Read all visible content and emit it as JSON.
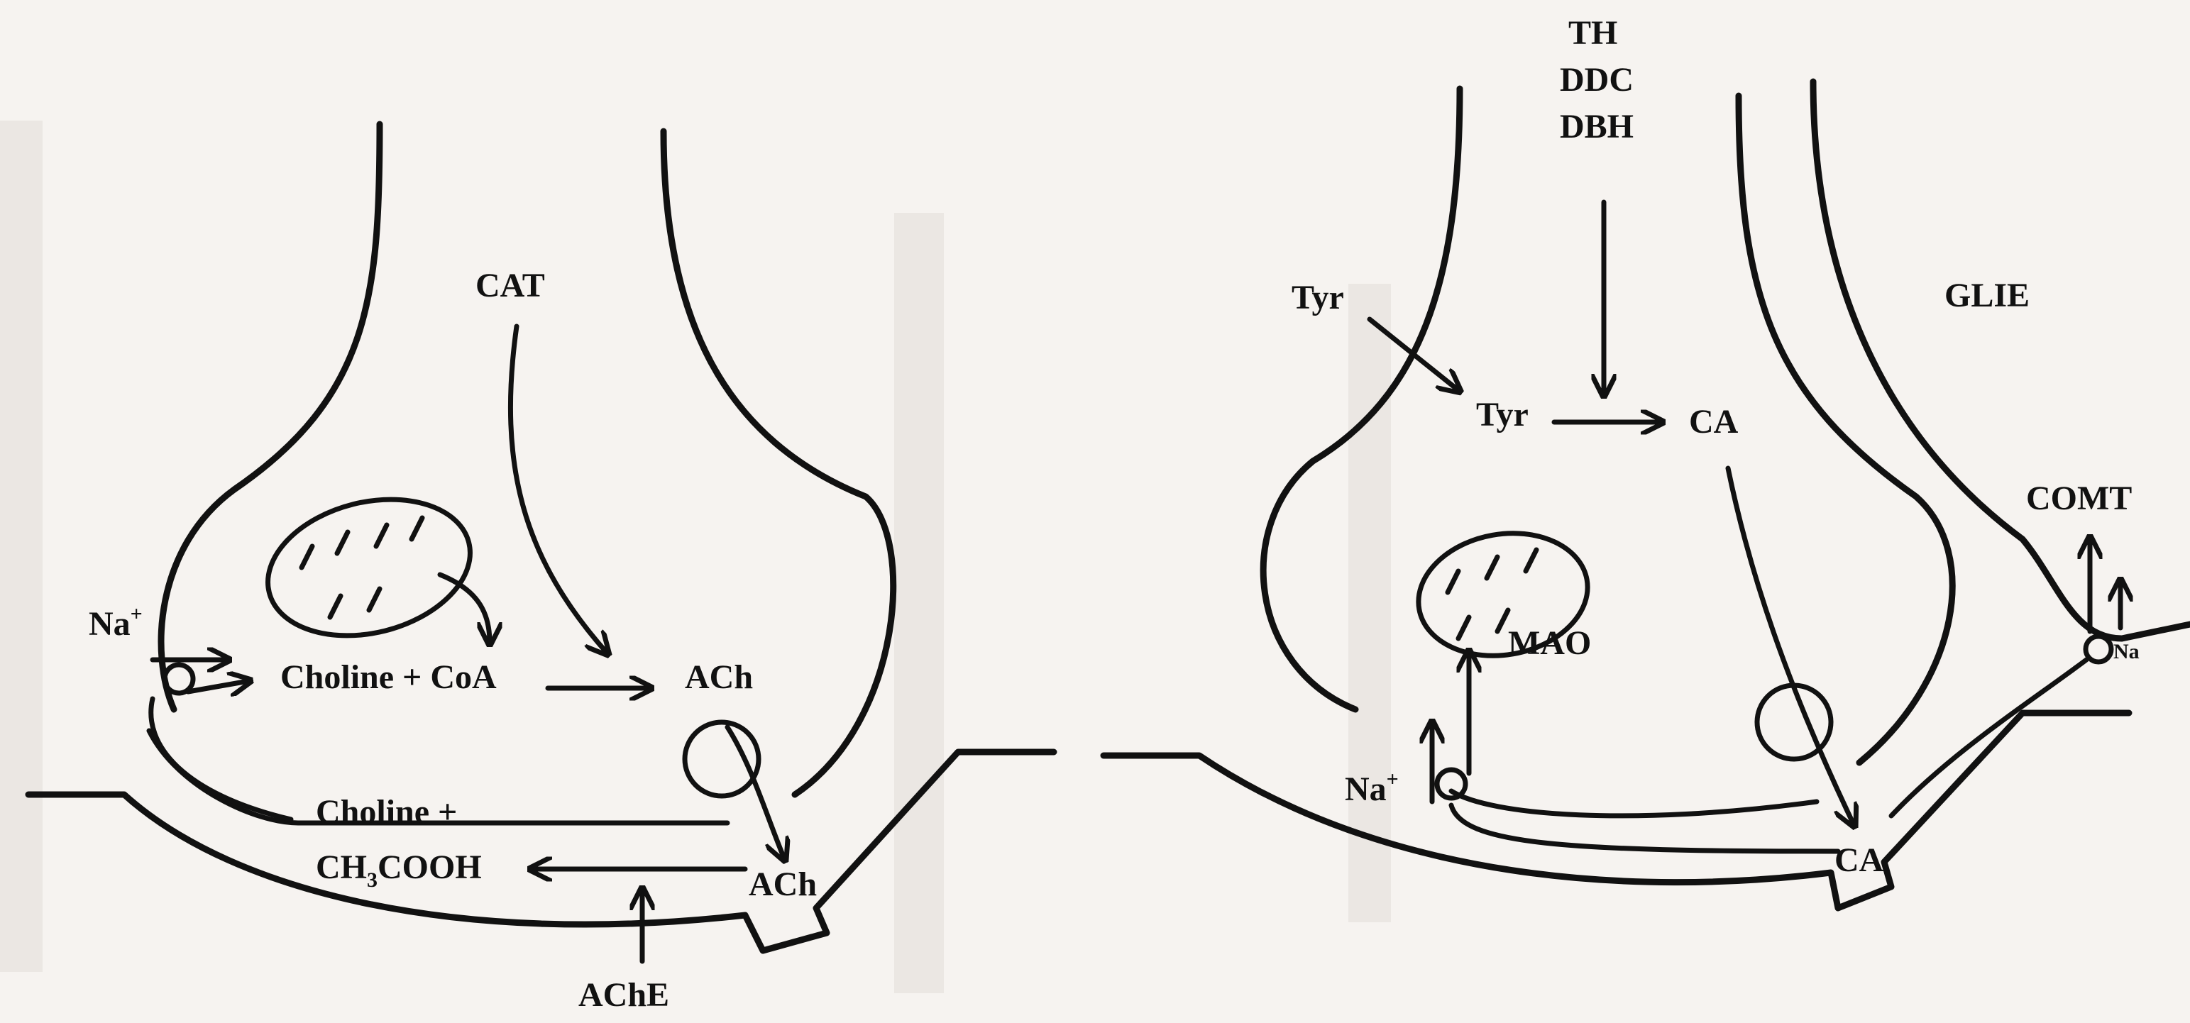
{
  "left_synapse": {
    "enzyme_top": "CAT",
    "ion": "Na",
    "ion_charge": "+",
    "substrates": "Choline + CoA",
    "product": "ACh",
    "released": "ACh",
    "breakdown_line1": "Choline +",
    "breakdown_ch": "CH",
    "breakdown_sub": "3",
    "breakdown_rest": "COOH",
    "enzyme_bottom": "AChE"
  },
  "right_synapse": {
    "enzymes": [
      "TH",
      "DDC",
      "DBH"
    ],
    "tyr_outside": "Tyr",
    "tyr_inside": "Tyr",
    "product": "CA",
    "mito_enzyme": "MAO",
    "ion": "Na",
    "ion_charge": "+",
    "released": "CA",
    "glia": "GLIE",
    "glia_enzyme": "COMT",
    "glia_ion_partial": "Na"
  },
  "colors": {
    "ink": "#111111",
    "paper": "#f6f3f0"
  }
}
